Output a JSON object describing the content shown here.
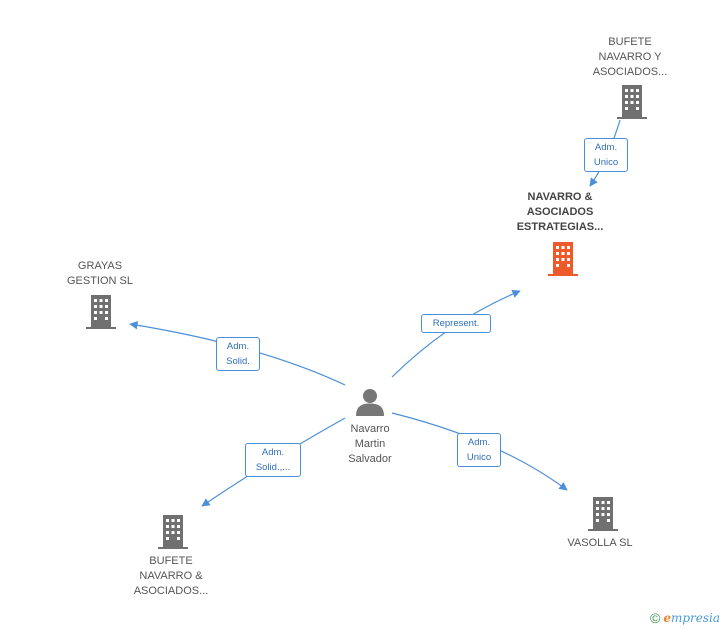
{
  "colors": {
    "edge": "#4a8fd8",
    "building": "#707070",
    "building_focus": "#ee5a2a",
    "person": "#777777"
  },
  "nodes": {
    "bufete_top": {
      "lines": [
        "BUFETE",
        "NAVARRO Y",
        "ASOCIADOS..."
      ],
      "icon": "building-icon"
    },
    "navarro_estrategias": {
      "lines": [
        "NAVARRO &",
        "ASOCIADOS",
        "ESTRATEGIAS..."
      ],
      "icon": "building-icon"
    },
    "grayas": {
      "lines": [
        "GRAYAS",
        "GESTION SL"
      ],
      "icon": "building-icon"
    },
    "person": {
      "lines": [
        "Navarro",
        "Martin",
        "Salvador"
      ],
      "icon": "person-icon"
    },
    "bufete_bottom": {
      "lines": [
        "BUFETE",
        "NAVARRO &",
        "ASOCIADOS..."
      ],
      "icon": "building-icon"
    },
    "vasolla": {
      "lines": [
        "VASOLLA SL"
      ],
      "icon": "building-icon"
    }
  },
  "edges": {
    "top_adm": [
      "Adm.",
      "Unico"
    ],
    "represent": [
      "Represent."
    ],
    "grayas_adm": [
      "Adm.",
      "Solid."
    ],
    "bufete_adm": [
      "Adm.",
      "Solid.,..."
    ],
    "vasolla_adm": [
      "Adm.",
      "Unico"
    ]
  },
  "footer": {
    "copyright": "©",
    "brand_initial": "e",
    "brand_rest": "mpresia"
  }
}
